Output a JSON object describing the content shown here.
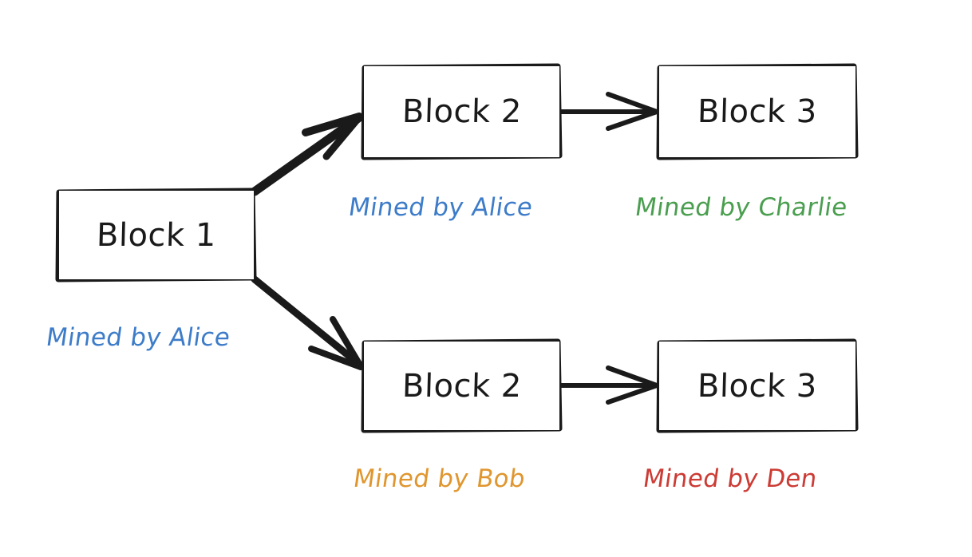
{
  "diagram": {
    "title": "Blockchain fork diagram",
    "background_color": "#ffffff",
    "stroke_color": "#1a1a1a",
    "blocks": [
      {
        "id": "block1",
        "label": "Block 1"
      },
      {
        "id": "block2-top",
        "label": "Block 2"
      },
      {
        "id": "block3-top",
        "label": "Block 3"
      },
      {
        "id": "block2-bottom",
        "label": "Block 2"
      },
      {
        "id": "block3-bottom",
        "label": "Block 3"
      }
    ],
    "miner_labels": [
      {
        "id": "miner-block1",
        "text": "Mined by Alice",
        "color": "#3d7cc9"
      },
      {
        "id": "miner-block2-top",
        "text": "Mined by Alice",
        "color": "#3d7cc9"
      },
      {
        "id": "miner-block3-top",
        "text": "Mined by Charlie",
        "color": "#4a9e4f"
      },
      {
        "id": "miner-block2-bottom",
        "text": "Mined by Bob",
        "color": "#e0962e"
      },
      {
        "id": "miner-block3-bottom",
        "text": "Mined by Den",
        "color": "#cc3b34"
      }
    ],
    "arrows": [
      {
        "id": "arrow-block1-to-block2-top",
        "from": "block1",
        "to": "block2-top",
        "style": "thick-diagonal-up"
      },
      {
        "id": "arrow-block1-to-block2-bottom",
        "from": "block1",
        "to": "block2-bottom",
        "style": "thick-diagonal-down"
      },
      {
        "id": "arrow-block2-to-block3-top",
        "from": "block2-top",
        "to": "block3-top",
        "style": "thin-horizontal"
      },
      {
        "id": "arrow-block2-to-block3-bottom",
        "from": "block2-bottom",
        "to": "block3-bottom",
        "style": "thin-horizontal"
      }
    ]
  }
}
